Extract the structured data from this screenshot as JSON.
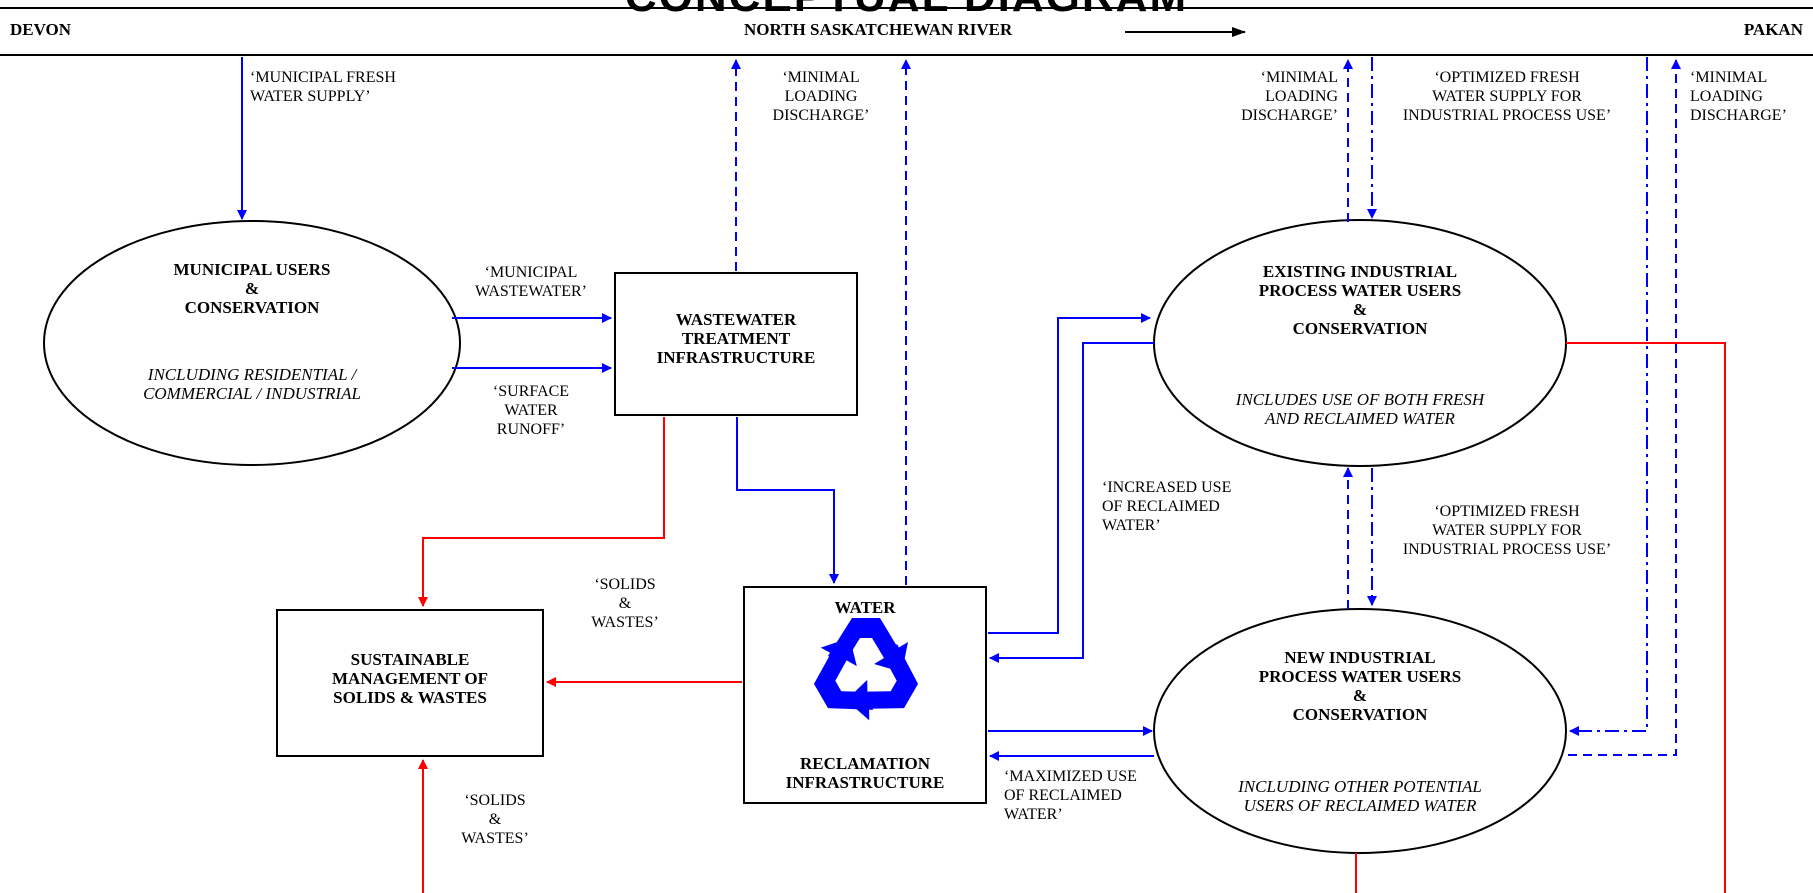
{
  "title": "CONCEPTUAL DIAGRAM",
  "river": {
    "left": "DEVON",
    "center": "NORTH SASKATCHEWAN RIVER",
    "right": "PAKAN"
  },
  "nodes": {
    "municipal": {
      "title": "MUNICIPAL USERS\n&\nCONSERVATION",
      "sub": "INCLUDING RESIDENTIAL /\nCOMMERCIAL / INDUSTRIAL"
    },
    "wastewater": {
      "title": "WASTEWATER\nTREATMENT\nINFRASTRUCTURE"
    },
    "solids": {
      "title": "SUSTAINABLE\nMANAGEMENT OF\nSOLIDS & WASTES"
    },
    "reclamation_top": "WATER",
    "reclamation_bottom": "RECLAMATION\nINFRASTRUCTURE",
    "existing": {
      "title": "EXISTING INDUSTRIAL\nPROCESS WATER USERS\n&\nCONSERVATION",
      "sub": "INCLUDES USE OF BOTH FRESH\nAND RECLAIMED WATER"
    },
    "new": {
      "title": "NEW INDUSTRIAL\nPROCESS WATER USERS\n&\nCONSERVATION",
      "sub": "INCLUDING OTHER POTENTIAL\nUSERS OF RECLAIMED WATER"
    }
  },
  "labels": {
    "municipal_fresh": "‘MUNICIPAL FRESH\nWATER SUPPLY’",
    "minimal_1": "‘MINIMAL\nLOADING\nDISCHARGE’",
    "minimal_2": "‘MINIMAL\nLOADING\nDISCHARGE’",
    "optimized_1": "‘OPTIMIZED FRESH\nWATER SUPPLY FOR\nINDUSTRIAL PROCESS USE’",
    "minimal_3": "‘MINIMAL\nLOADING\nDISCHARGE’",
    "municipal_ww": "‘MUNICIPAL\nWASTEWATER’",
    "surface": "‘SURFACE\nWATER\nRUNOFF’",
    "increased": "‘INCREASED USE\nOF RECLAIMED\nWATER’",
    "optimized_2": "‘OPTIMIZED FRESH\nWATER SUPPLY FOR\nINDUSTRIAL PROCESS USE’",
    "solids_1": "‘SOLIDS\n&\nWASTES’",
    "solids_2": "‘SOLIDS\n&\nWASTES’",
    "maximized": "‘MAXIMIZED USE\nOF RECLAIMED\nWATER’"
  },
  "colors": {
    "blue": "#0000ff",
    "red": "#ff0000",
    "black": "#000000"
  },
  "icons": {
    "recycle": "recycle-icon"
  }
}
